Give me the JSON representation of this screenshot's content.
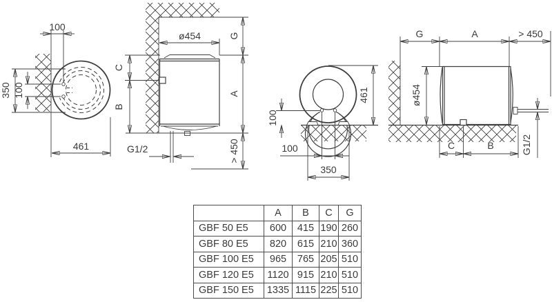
{
  "drawing": {
    "front_vertical": {
      "wall_offset": "100",
      "bracket_span": "350",
      "hole_gap": "100",
      "diameter": "461"
    },
    "side_vertical": {
      "diameter": "ø454",
      "top_gap": "G",
      "height": "A",
      "clearance": "> 450",
      "c": "C",
      "b": "B",
      "pipe": "G1/2"
    },
    "front_horizontal": {
      "diameter": "461",
      "floor_gap": "100",
      "pipe_gap": "100",
      "feet_span": "350"
    },
    "side_horizontal": {
      "wall_gap": "G",
      "length": "A",
      "clearance": "> 450",
      "diameter": "ø454",
      "c": "C",
      "b": "B",
      "pipe": "G1/2"
    }
  },
  "table": {
    "headers": [
      "",
      "A",
      "B",
      "C",
      "G"
    ],
    "rows": [
      [
        "GBF 50 E5",
        "600",
        "415",
        "190",
        "260"
      ],
      [
        "GBF 80 E5",
        "820",
        "615",
        "210",
        "360"
      ],
      [
        "GBF 100 E5",
        "965",
        "765",
        "205",
        "510"
      ],
      [
        "GBF 120 E5",
        "1120",
        "915",
        "210",
        "510"
      ],
      [
        "GBF 150 E5",
        "1335",
        "1115",
        "225",
        "510"
      ]
    ]
  }
}
